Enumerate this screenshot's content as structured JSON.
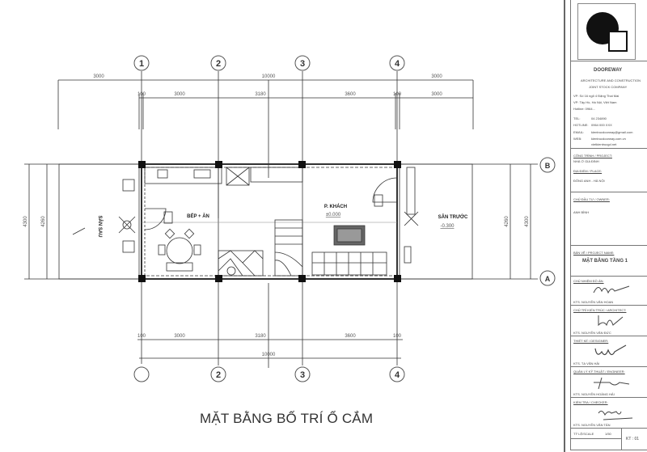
{
  "drawing": {
    "title": "MẶT BẰNG BỐ TRÍ Ổ CẮM",
    "grid_columns": [
      "1",
      "2",
      "3",
      "4"
    ],
    "grid_rows": [
      "A",
      "B"
    ],
    "bottom_grid_columns": [
      "",
      "2",
      "3",
      "4"
    ],
    "dimensions_top_overall": [
      "3000",
      "10000",
      "3000"
    ],
    "dimensions_top_spans": [
      "100",
      "3000",
      "3180",
      "3600",
      "100",
      "3000"
    ],
    "dimensions_bottom_spans": [
      "100",
      "3000",
      "3180",
      "3600",
      "100"
    ],
    "dimensions_bottom_overall": "10000",
    "dimensions_left": [
      "4300",
      "4260"
    ],
    "dimensions_right": [
      "4260",
      "4300"
    ],
    "rooms": [
      {
        "name": "BẾP + ĂN"
      },
      {
        "name": "P. KHÁCH",
        "level": "±0.000"
      },
      {
        "name": "SÂN TRƯỚC",
        "level": "-0.300"
      },
      {
        "name": "SÂN SAU"
      }
    ]
  },
  "title_block": {
    "company": "DOOREWAY",
    "company_sub1": "ARCHITECTURE AND CONSTRUCTION",
    "company_sub2": "JOINT STOCK COMPANY",
    "address1": "VP: Số 16 ngõ 4 Đặng Thai Mai",
    "address2": "VP: Tây Hồ, Hà Nội, Việt Nam",
    "address3": "Hotline: 0964...",
    "tel_label": "TEL:",
    "tel_value": "04 234890",
    "hotline_label": "HOTLINE:",
    "hotline_value": "0964 000 XXX",
    "email_label": "EMAIL:",
    "email_value": "kientrucdoorway@gmail.com",
    "web_label": "WEB:",
    "web_value": "kientrucdoorway.com.vn",
    "web_value2": "vietkientrucgd.net",
    "project_label": "CÔNG TRÌNH / PROJECT:",
    "project_value": "NHÀ Ở GIA ĐÌNH",
    "place_label": "ĐỊA ĐIỂM / PLACE:",
    "place_value": "ĐÔNG ANH - HÀ NỘI",
    "owner_label": "CHỦ ĐẦU TƯ / OWNER:",
    "owner_value": "ANH BÌNH",
    "drawing_name_label": "BẢN VẼ / PROJECT NAME:",
    "drawing_name_value": "MẶT BẰNG TẦNG 1",
    "signers": [
      {
        "role": "CHỦ NHIỆM ĐỒ ÁN:",
        "name": "KTS. NGUYỄN VĂN HOAN"
      },
      {
        "role": "CHỦ TRÌ KIẾN TRÚC / ARCHITECT:",
        "name": "KTS. NGUYỄN VĂN ĐỨC"
      },
      {
        "role": "THIẾT KẾ / DESIGNER:",
        "name": "KTS. TẠ VĂN HẢI"
      },
      {
        "role": "QUẢN LÝ KỸ THUẬT / ENGINEER:",
        "name": "KTS. NGUYỄN HOÀNG HẢI"
      },
      {
        "role": "KIỂM TRA / CHECKER:",
        "name": "KTS. NGUYỄN VĂN TÂN"
      }
    ],
    "scale_label": "TỶ LỆ/SCALE",
    "scale_value": "1/50",
    "sheet_no": "KT : 01"
  }
}
